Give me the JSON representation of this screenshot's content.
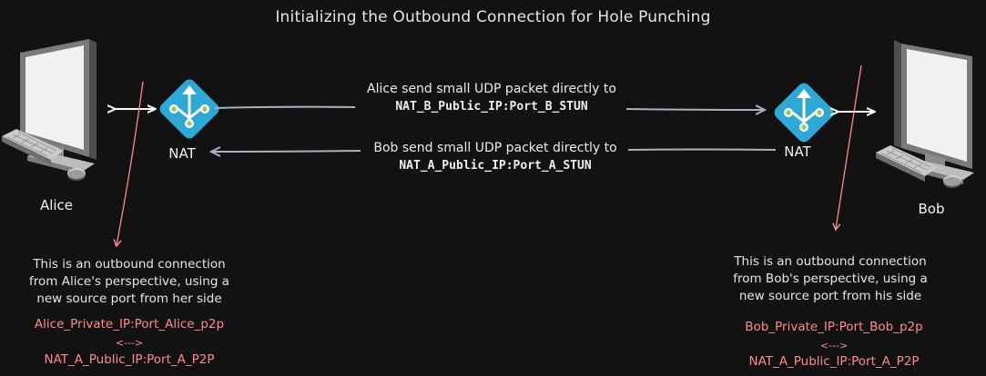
{
  "title": "Initializing the Outbound Connection for Hole Punching",
  "colors": {
    "background": "#121212",
    "nat_icon": "#2ea8d6",
    "arrow": "#9ea8b4",
    "annotation": "#ff8a8a"
  },
  "left": {
    "host_label": "Alice",
    "nat_label": "NAT",
    "note_lines": [
      "This is an outbound connection",
      "from Alice's perspective, using a",
      "new source port from her side"
    ],
    "private_addr": "Alice_Private_IP:Port_Alice_p2p",
    "swap": "<--->",
    "public_addr": "NAT_A_Public_IP:Port_A_P2P"
  },
  "right": {
    "host_label": "Bob",
    "nat_label": "NAT",
    "note_lines": [
      "This is an outbound connection",
      "from Bob's perspective, using a",
      "new source port from his side"
    ],
    "private_addr": "Bob_Private_IP:Port_Bob_p2p",
    "swap": "<--->",
    "public_addr": "NAT_A_Public_IP:Port_A_P2P"
  },
  "messages": {
    "alice_to_bob": {
      "text": "Alice send small UDP packet directly to",
      "target": "NAT_B_Public_IP:Port_B_STUN"
    },
    "bob_to_alice": {
      "text": "Bob send small UDP packet directly to",
      "target": "NAT_A_Public_IP:Port_A_STUN"
    }
  },
  "icons": {
    "left_computer": "desktop-computer-icon",
    "left_nat": "nat-gateway-icon",
    "right_nat": "nat-gateway-icon",
    "right_computer": "desktop-computer-icon"
  }
}
